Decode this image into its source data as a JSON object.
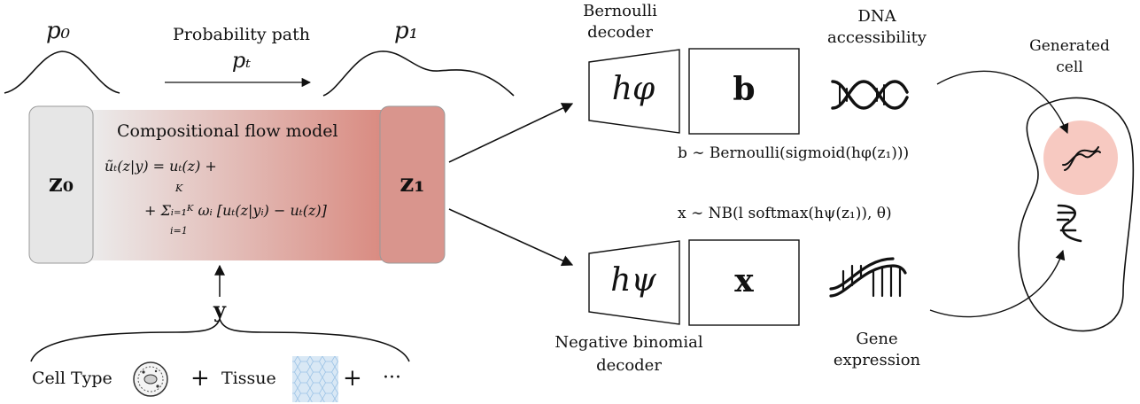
{
  "distributions": {
    "p0_label": "p₀",
    "p1_label": "p₁",
    "path_title": "Probability path",
    "path_symbol": "pₜ"
  },
  "flow": {
    "z0_label": "z₀",
    "z1_label": "z₁",
    "model_title": "Compositional flow model",
    "eq_line1": "ũₜ(z|y) = uₜ(z) +",
    "eq_line2": "+ Σᵢ₌₁ᴷ ωᵢ [uₜ(z|yᵢ) − uₜ(z)]",
    "sum_upper": "K",
    "sum_lower": "i=1",
    "y_label": "y"
  },
  "conditions": {
    "cell_type": "Cell Type",
    "plus1": "+",
    "tissue": "Tissue",
    "plus2": "+",
    "more": "···"
  },
  "decoders": {
    "bernoulli_title_line1": "Bernoulli",
    "bernoulli_title_line2": "decoder",
    "h_phi": "hφ",
    "b_label": "b",
    "bernoulli_eq": "b ∼ Bernoulli(sigmoid(hφ(z₁)))",
    "nb_title_line1": "Negative binomial",
    "nb_title_line2": "decoder",
    "h_psi": "hψ",
    "x_label": "x",
    "nb_eq": "x ∼ NB(l softmax(hψ(z₁)), θ)"
  },
  "modalities": {
    "dna_line1": "DNA",
    "dna_line2": "accessibility",
    "gene_line1": "Gene",
    "gene_line2": "expression"
  },
  "cell": {
    "title_line1": "Generated",
    "title_line2": "cell"
  },
  "colors": {
    "flow_gradient_start": "#ececec",
    "flow_gradient_end": "#d98a80",
    "z0_fill": "#e6e6e6",
    "z1_fill": "#d9958d",
    "nucleus_fill": "#f7c9c1",
    "tissue_fill": "#d9e8f5"
  }
}
